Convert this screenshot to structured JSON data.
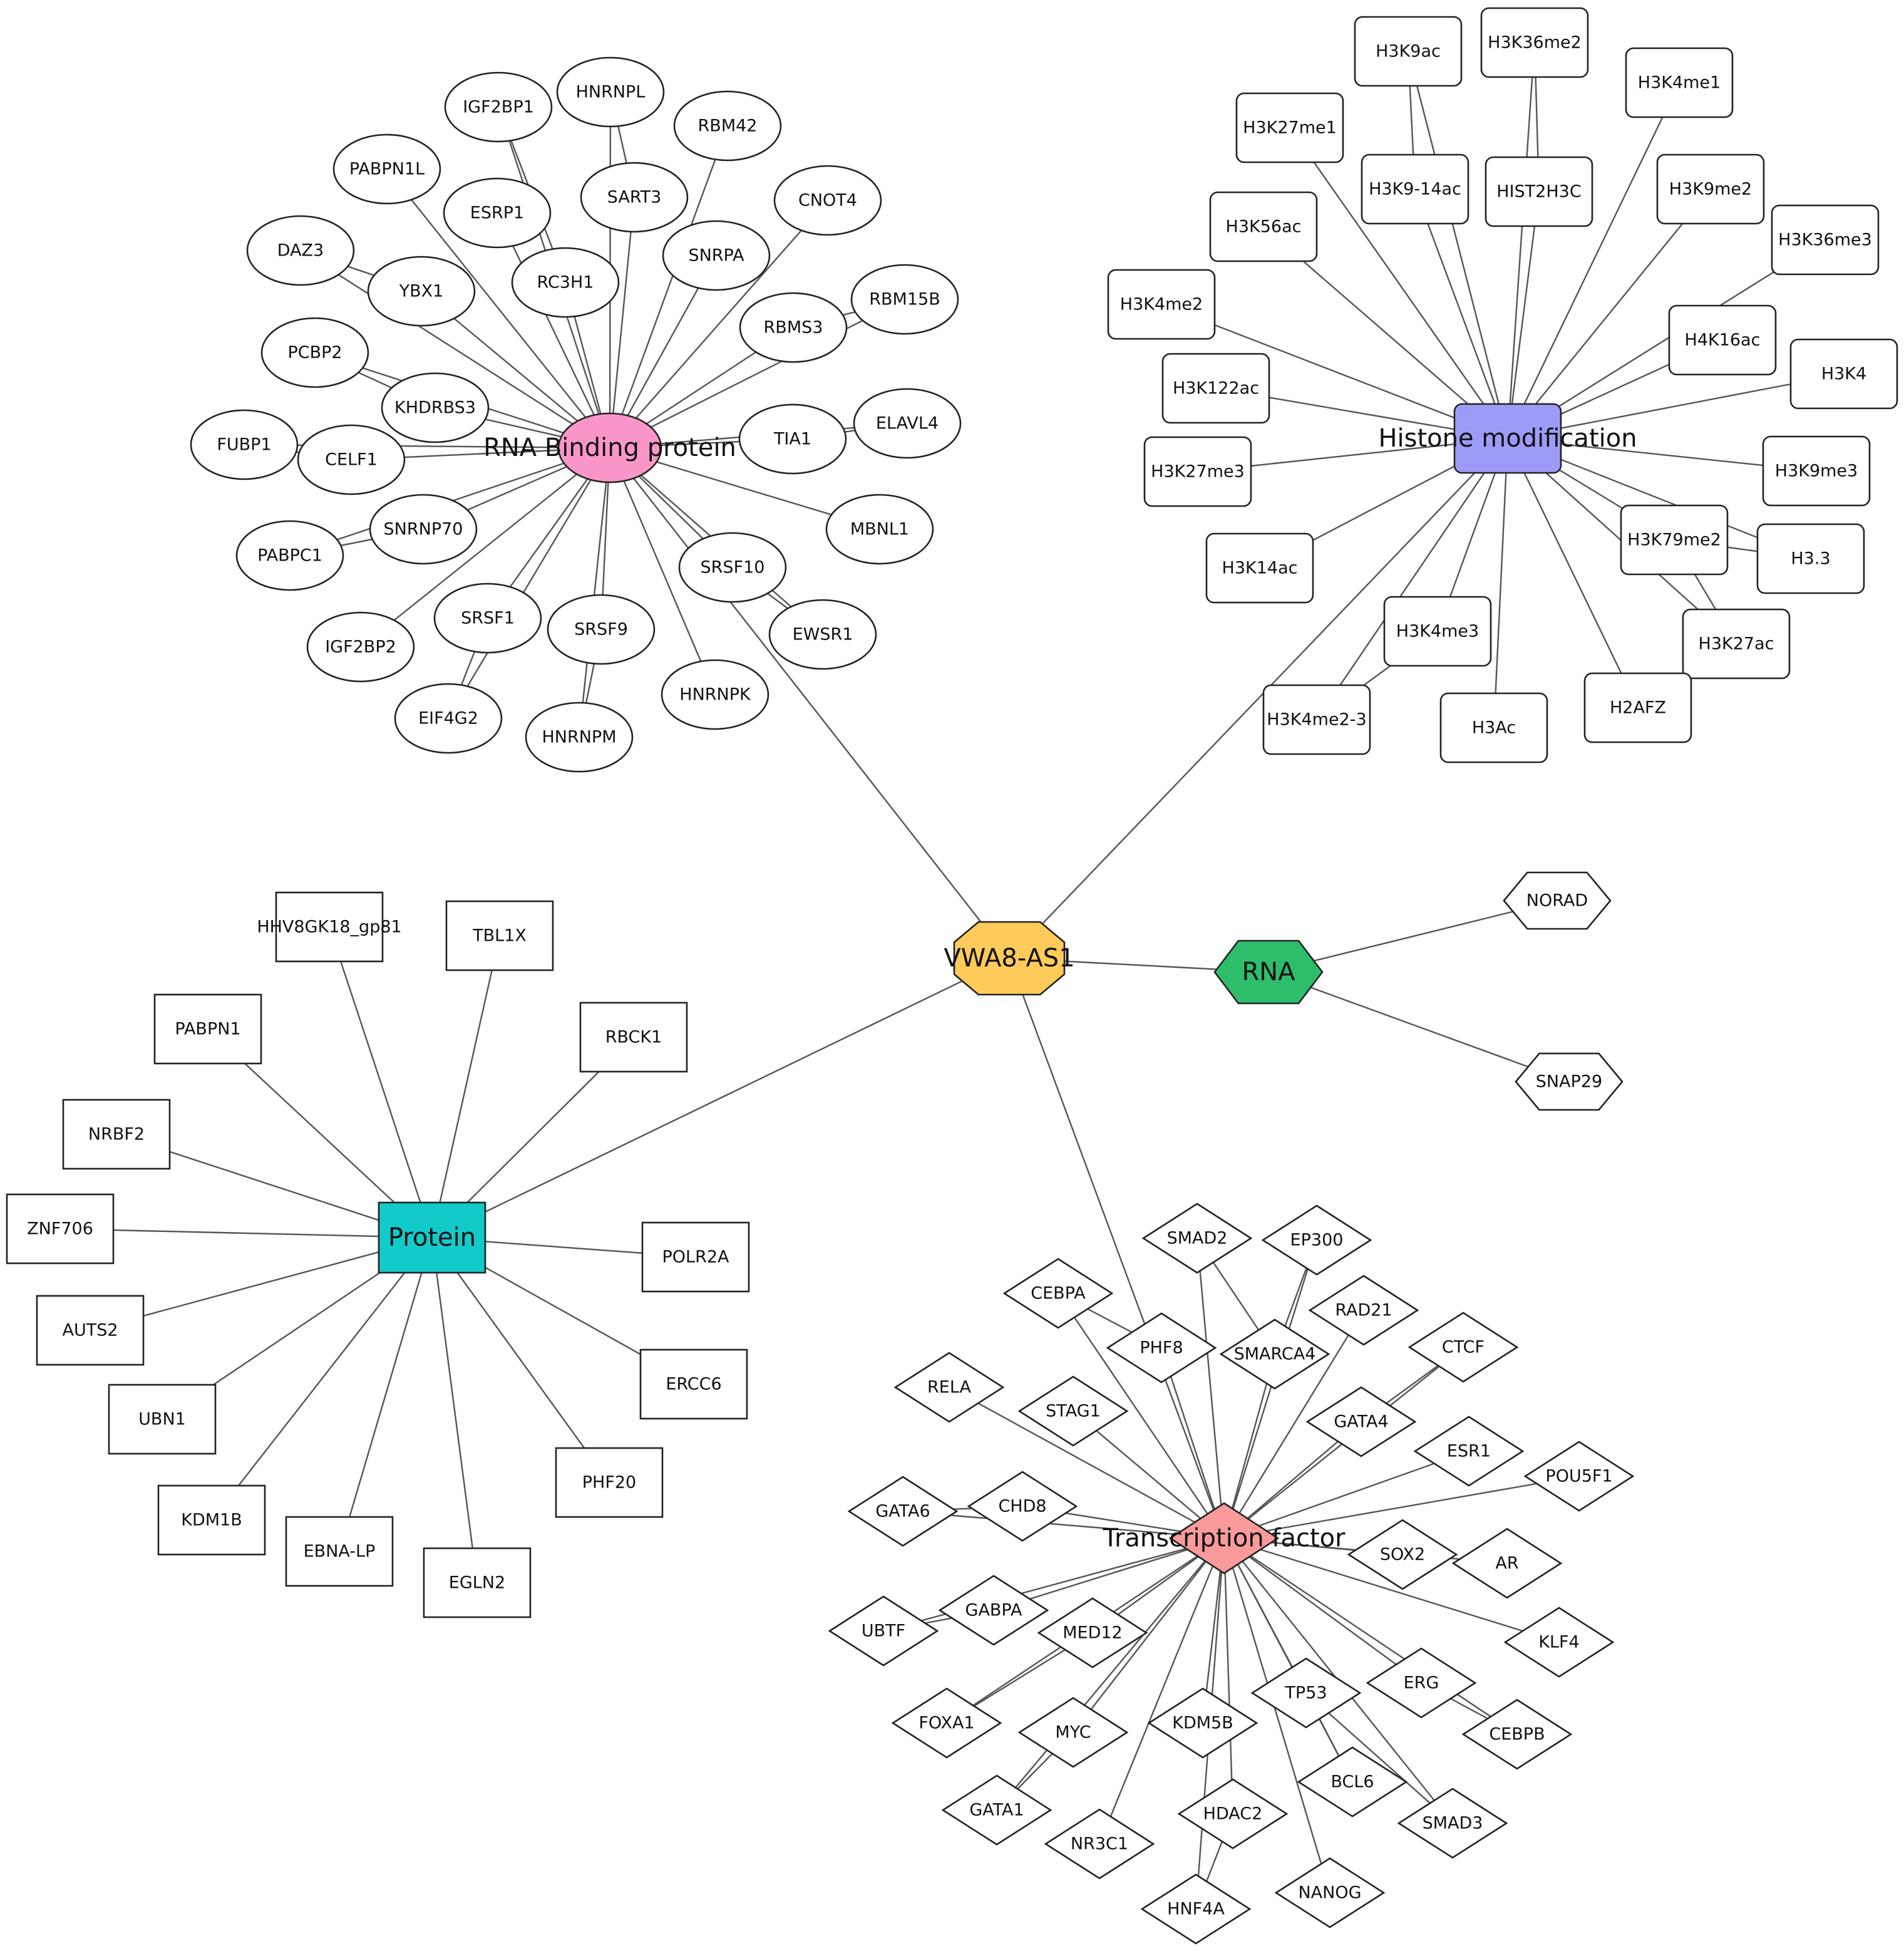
{
  "center": {
    "label": "VWA8-AS1",
    "color": "#FECB5A"
  },
  "categories": [
    {
      "key": "rbp",
      "label": "RNA Binding protein",
      "color": "#FB96C9",
      "shape": "ellipse",
      "members": [
        "IGF2BP1",
        "HNRNPL",
        "RBM42",
        "PABPN1L",
        "SART3",
        "CNOT4",
        "ESRP1",
        "DAZ3",
        "YBX1",
        "RC3H1",
        "SNRPA",
        "RBM15B",
        "PCBP2",
        "RBMS3",
        "KHDRBS3",
        "TIA1",
        "ELAVL4",
        "FUBP1",
        "CELF1",
        "SNRNP70",
        "MBNL1",
        "PABPC1",
        "SRSF10",
        "IGF2BP2",
        "SRSF1",
        "SRSF9",
        "EWSR1",
        "EIF4G2",
        "HNRNPM",
        "HNRNPK"
      ]
    },
    {
      "key": "histone",
      "label": "Histone modification",
      "color": "#9E9BF8",
      "shape": "round-rect",
      "members": [
        "H3K9ac",
        "H3K36me2",
        "H3K4me1",
        "H3K27me1",
        "H3K9-14ac",
        "HIST2H3C",
        "H3K9me2",
        "H3K56ac",
        "H3K36me3",
        "H3K4me2",
        "H4K16ac",
        "H3K4",
        "H3K122ac",
        "H3K27me3",
        "H3K9me3",
        "H3K79me2",
        "H3.3",
        "H3K14ac",
        "H3K4me3",
        "H3K27ac",
        "H3K4me2-3",
        "H3Ac",
        "H2AFZ"
      ]
    },
    {
      "key": "rna",
      "label": "RNA",
      "color": "#2DBE6C",
      "shape": "hexagon",
      "members": [
        "NORAD",
        "SNAP29"
      ]
    },
    {
      "key": "protein",
      "label": "Protein",
      "color": "#12CACA",
      "shape": "rect",
      "members": [
        "HHV8GK18_gp81",
        "TBL1X",
        "PABPN1",
        "RBCK1",
        "NRBF2",
        "ZNF706",
        "POLR2A",
        "AUTS2",
        "ERCC6",
        "UBN1",
        "PHF20",
        "KDM1B",
        "EBNA-LP",
        "EGLN2"
      ]
    },
    {
      "key": "tf",
      "label": "Transcription factor",
      "color": "#FA9A9A",
      "shape": "diamond",
      "members": [
        "SMAD2",
        "EP300",
        "CEBPA",
        "RAD21",
        "PHF8",
        "SMARCA4",
        "CTCF",
        "RELA",
        "STAG1",
        "GATA4",
        "ESR1",
        "POU5F1",
        "GATA6",
        "CHD8",
        "SOX2",
        "AR",
        "UBTF",
        "GABPA",
        "MED12",
        "KLF4",
        "ERG",
        "TP53",
        "FOXA1",
        "MYC",
        "KDM5B",
        "CEBPB",
        "BCL6",
        "GATA1",
        "HDAC2",
        "SMAD3",
        "NR3C1",
        "NANOG",
        "HNF4A"
      ]
    }
  ]
}
